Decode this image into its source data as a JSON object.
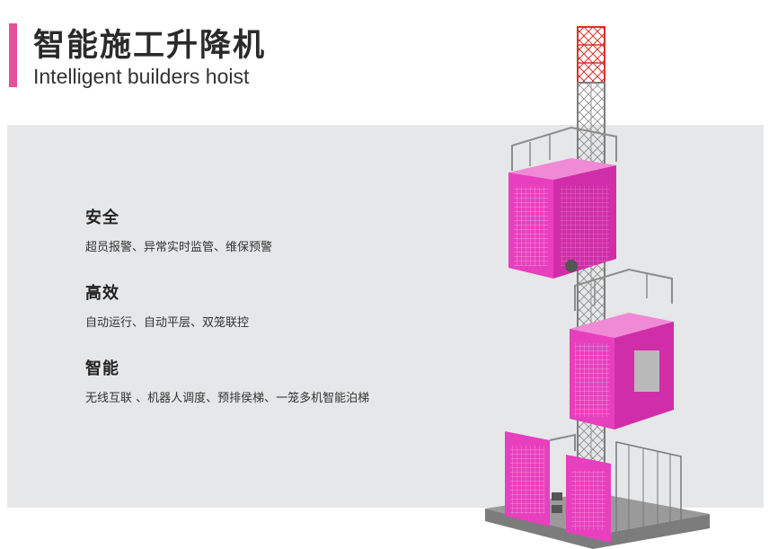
{
  "header": {
    "title_cn": "智能施工升降机",
    "title_en": "Intelligent builders hoist"
  },
  "features": [
    {
      "title": "安全",
      "desc": "超员报警、异常实时监管、维保预警"
    },
    {
      "title": "高效",
      "desc": "自动运行、自动平层、双笼联控"
    },
    {
      "title": "智能",
      "desc": "无线互联 、机器人调度、预排侯梯、一笼多机智能泊梯"
    }
  ],
  "colors": {
    "accent": "#e0529c",
    "cage": "#e83fbe",
    "mast_top": "#d6332a",
    "panel": "#e6e7e8"
  }
}
